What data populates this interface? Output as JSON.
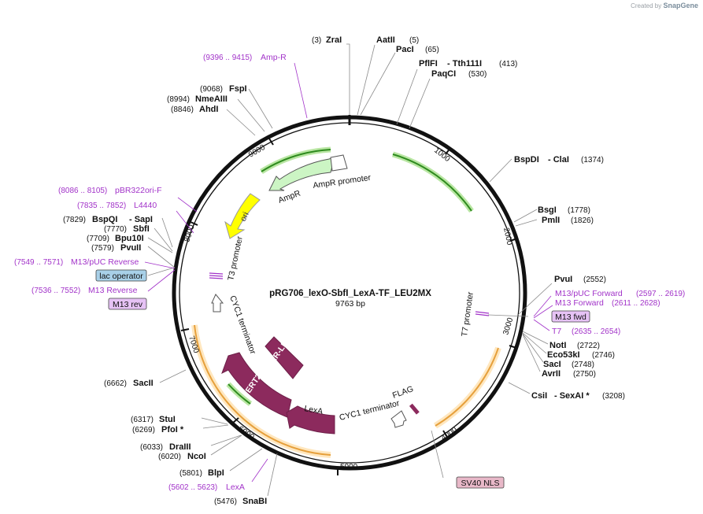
{
  "credit": {
    "prefix": "Created by",
    "brand": "SnapGene"
  },
  "plasmid": {
    "name": "pRG706_lexO-SbfI_LexA-TF_LEU2MX",
    "size": "9763 bp"
  },
  "ticks": [
    "1000",
    "2000",
    "3000",
    "4000",
    "5000",
    "6000",
    "7000",
    "8000",
    "9000"
  ],
  "enzymes": [
    {
      "name": "ZraI",
      "pos": "(3)"
    },
    {
      "name": "AatII",
      "pos": "(5)"
    },
    {
      "name": "PacI",
      "pos": "(65)"
    },
    {
      "name": "PflFI",
      "pos": ""
    },
    {
      "name": "- Tth111I",
      "pos": "(413)"
    },
    {
      "name": "PaqCI",
      "pos": "(530)"
    },
    {
      "name": "BspDI",
      "pos": ""
    },
    {
      "name": "- ClaI",
      "pos": "(1374)"
    },
    {
      "name": "BsgI",
      "pos": "(1778)"
    },
    {
      "name": "PmlI",
      "pos": "(1826)"
    },
    {
      "name": "PvuI",
      "pos": "(2552)"
    },
    {
      "name": "NotI",
      "pos": "(2722)"
    },
    {
      "name": "Eco53kI",
      "pos": "(2746)"
    },
    {
      "name": "SacI",
      "pos": "(2748)"
    },
    {
      "name": "AvrII",
      "pos": "(2750)"
    },
    {
      "name": "CsiI",
      "pos": ""
    },
    {
      "name": "- SexAI *",
      "pos": "(3208)"
    },
    {
      "name": "SnaBI",
      "pos": "(5476)"
    },
    {
      "name": "BlpI",
      "pos": "(5801)"
    },
    {
      "name": "NcoI",
      "pos": "(6020)"
    },
    {
      "name": "DraIII",
      "pos": "(6033)"
    },
    {
      "name": "PfoI *",
      "pos": "(6269)"
    },
    {
      "name": "StuI",
      "pos": "(6317)"
    },
    {
      "name": "SacII",
      "pos": "(6662)"
    },
    {
      "name": "PvuII",
      "pos": "(7579)"
    },
    {
      "name": "Bpu10I",
      "pos": "(7709)"
    },
    {
      "name": "SbfI",
      "pos": "(7770)"
    },
    {
      "name": "BspQI",
      "pos": "(7829)"
    },
    {
      "name": "- SapI",
      "pos": ""
    },
    {
      "name": "AhdI",
      "pos": "(8846)"
    },
    {
      "name": "NmeAIII",
      "pos": "(8994)"
    },
    {
      "name": "FspI",
      "pos": "(9068)"
    }
  ],
  "primers": [
    {
      "name": "Amp-R",
      "range": "(9396 .. 9415)"
    },
    {
      "name": "pBR322ori-F",
      "range": "(8086 .. 8105)"
    },
    {
      "name": "L4440",
      "range": "(7835 .. 7852)"
    },
    {
      "name": "M13/pUC Reverse",
      "range": "(7549 .. 7571)"
    },
    {
      "name": "M13 Reverse",
      "range": "(7536 .. 7552)"
    },
    {
      "name": "M13/pUC Forward",
      "range": "(2597 .. 2619)"
    },
    {
      "name": "M13 Forward",
      "range": "(2611 .. 2628)"
    },
    {
      "name": "T7",
      "range": "(2635 .. 2654)"
    },
    {
      "name": "LexA",
      "range": "(5602 .. 5623)"
    }
  ],
  "boxed_labels": {
    "lac_operator": "lac operator",
    "m13_rev": "M13 rev",
    "m13_fwd": "M13 fwd",
    "sv40_nls": "SV40 NLS"
  },
  "features": {
    "ampr": "AmpR",
    "ampr_promoter": "AmpR promoter",
    "ori": "ori",
    "t3_promoter": "T3 promoter",
    "t7_promoter": "T7 promoter",
    "cyc1_term_1": "CYC1 terminator",
    "cyc1_term_2": "CYC1 terminator",
    "er_lbd": "ER-LBD",
    "ert2": "ERT2",
    "lexa": "LexA",
    "flag": "FLAG"
  },
  "colors": {
    "backbone": "#111111",
    "ampr_fill": "#ccf5c4",
    "ori_fill": "#ffff00",
    "cds_fill": "#8c2a5d",
    "primer": "#a233c9",
    "green_arc": "#2e8b1e",
    "orange_arc": "#e6a03c",
    "lac_operator_box": "#a8d0e8",
    "primer_box": "#e6c2f5",
    "nls_box": "#e8b8c8"
  }
}
